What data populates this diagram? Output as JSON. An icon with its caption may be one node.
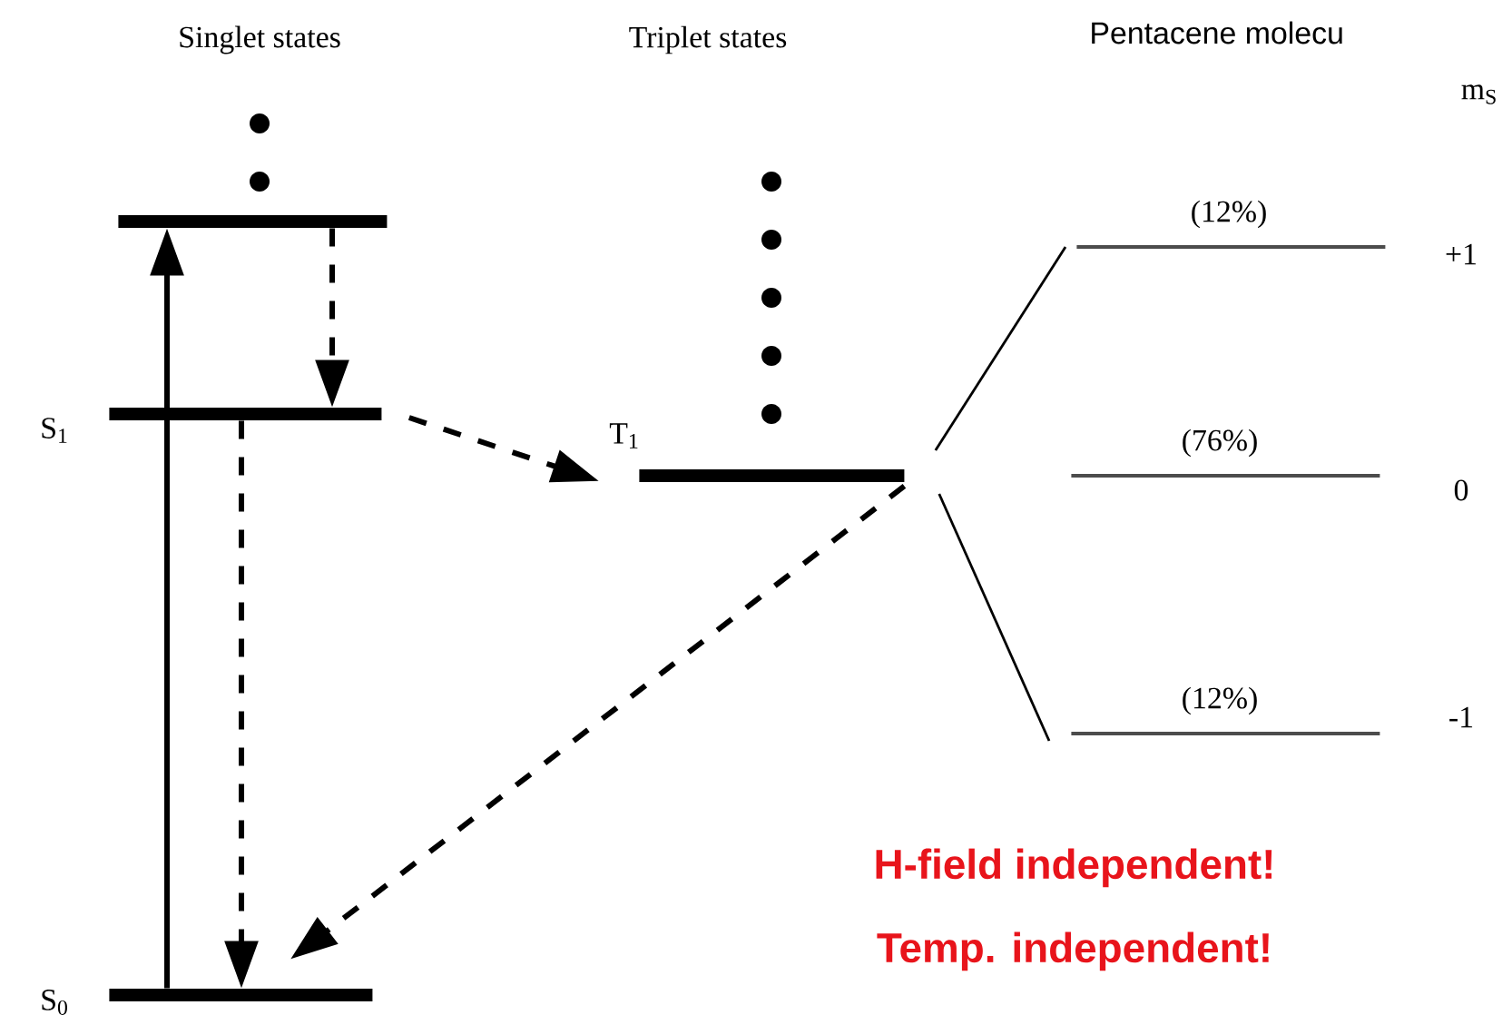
{
  "diagram": {
    "title": "Pentacene molecu",
    "nodes": [
      {
        "text": [],
        "shape": "bar"
      },
      {
        "text": [],
        "shape": "bar",
        "beside": [
          "S$_{1}$"
        ]
      },
      {
        "text": [],
        "shape": "bar",
        "beside": [
          "T$_{1}$"
        ]
      },
      {
        "text": [],
        "shape": "bar",
        "beside": [
          "(12%)",
          "+1"
        ]
      },
      {
        "text": [],
        "shape": "bar",
        "beside": [
          "(76%)",
          "0"
        ]
      },
      {
        "text": [],
        "shape": "bar",
        "beside": [
          "(12%)",
          "-1"
        ]
      },
      {
        "text": [],
        "shape": "bar",
        "beside": [
          "S$_{0}$"
        ]
      }
    ],
    "edges": [
      {
        "from": 6,
        "to": 0,
        "arrow": "to"
      },
      {
        "from": 0,
        "to": 1,
        "arrow": "to",
        "style": "dashed"
      },
      {
        "from": 1,
        "to": 2,
        "arrow": "to",
        "style": "dashed"
      },
      {
        "from": 1,
        "to": 6,
        "arrow": "to",
        "style": "dashed"
      },
      {
        "from": 2,
        "to": 6,
        "arrow": "to",
        "style": "dashed"
      },
      {
        "from": 2,
        "to": 3,
        "arrow": "none"
      },
      {
        "from": 2,
        "to": 5,
        "arrow": "none"
      }
    ],
    "labels": [
      "Singlet states",
      "Triplet states",
      "m$_{S}$",
      "H-field independent!",
      "Temp. independent!"
    ]
  }
}
